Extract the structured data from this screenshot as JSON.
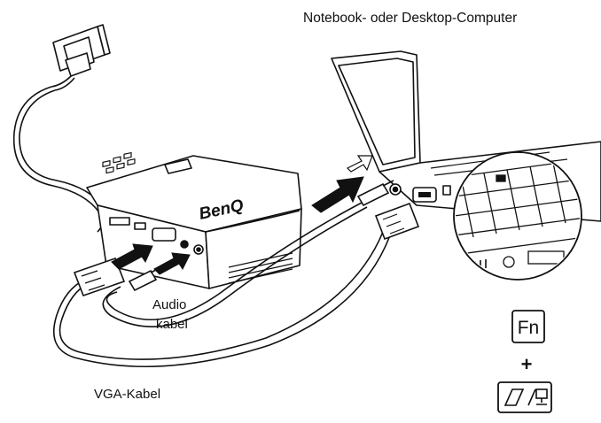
{
  "labels": {
    "computer": "Notebook- oder Desktop-Computer",
    "audio_line1": "Audio",
    "audio_line2": "kabel",
    "vga": "VGA-Kabel"
  },
  "projector": {
    "brand": "BenQ"
  },
  "keys": {
    "fn": "Fn",
    "plus": "+",
    "display_switch_icon": "display-switch-icon"
  },
  "icons": [
    "power-plug-icon",
    "wall-outlet-icon",
    "projector-icon",
    "laptop-icon",
    "arrow-icon",
    "magnifier-icon",
    "keyboard-icon"
  ],
  "colors": {
    "line": "#111111",
    "arrow": "#111111",
    "background": "#ffffff"
  }
}
